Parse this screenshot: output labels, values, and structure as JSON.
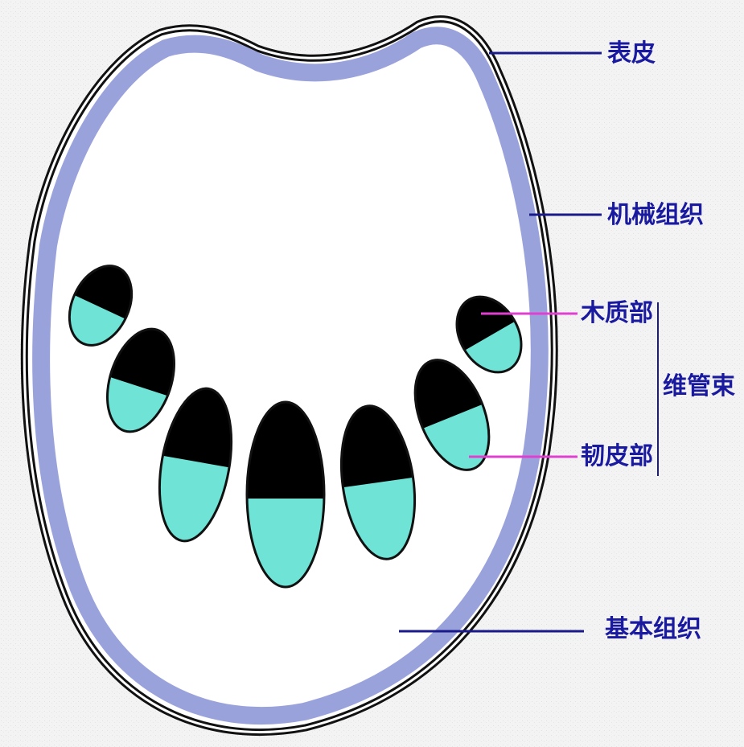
{
  "colors": {
    "background": "#f3f3f3",
    "epidermis_layer": "#9aa2dc",
    "outline": "#111111",
    "ground_tissue": "#ffffff",
    "xylem": "#000000",
    "phloem": "#6fe3d5",
    "blue_leader": "#1a1a8a",
    "magenta_leader": "#e040d0",
    "label_text": "#1a1aa0"
  },
  "labels": {
    "epidermis": "表皮",
    "mechanical_tissue": "机械组织",
    "xylem": "木质部",
    "vascular_bundle": "维管束",
    "phloem": "韧皮部",
    "ground_tissue": "基本组织"
  }
}
